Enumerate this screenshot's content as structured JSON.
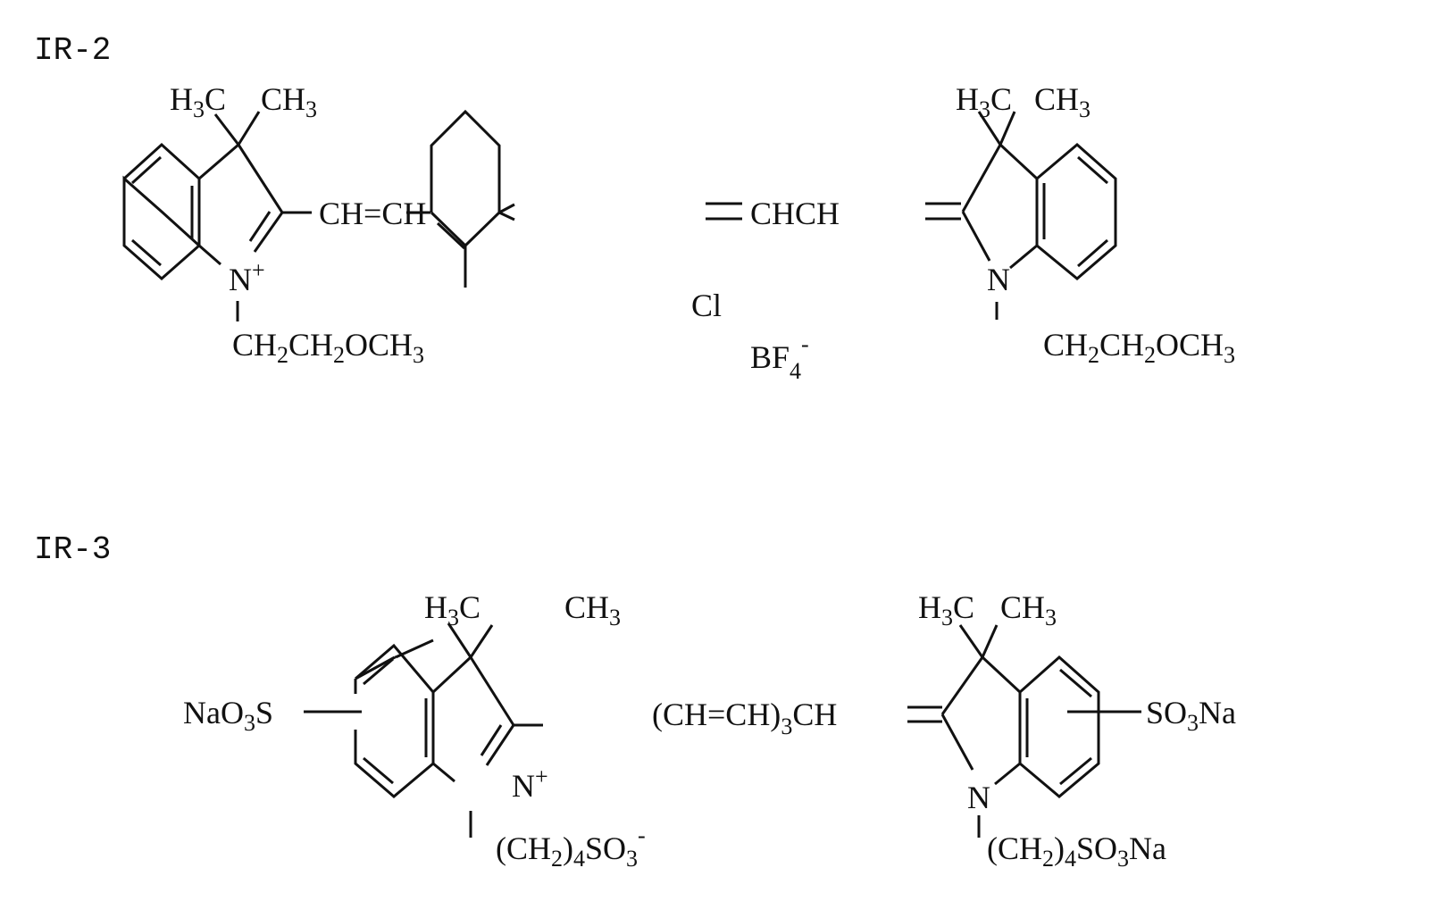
{
  "compounds": [
    {
      "id_label": "IR-2",
      "left_indole": {
        "gem_methyl_left": [
          "H",
          "3",
          "C"
        ],
        "gem_methyl_right": [
          "CH",
          "3"
        ],
        "nitrogen": "N",
        "nitrogen_charge": "+",
        "n_substituent": [
          "CH",
          "2",
          "CH",
          "2",
          "OCH",
          "3"
        ]
      },
      "bridge_left": "CH=CH",
      "ring_substituent": "Cl",
      "bridge_right": "CHCH",
      "right_indole": {
        "gem_methyl_left": [
          "H",
          "3",
          "C"
        ],
        "gem_methyl_right": [
          "CH",
          "3"
        ],
        "nitrogen": "N",
        "n_substituent": [
          "CH",
          "2",
          "CH",
          "2",
          "OCH",
          "3"
        ]
      },
      "counterion": [
        "BF",
        "4",
        "-"
      ]
    },
    {
      "id_label": "IR-3",
      "left_indole": {
        "gem_methyl_left": [
          "H",
          "3",
          "C"
        ],
        "gem_methyl_right": [
          "CH",
          "3"
        ],
        "nitrogen": "N",
        "nitrogen_charge": "+",
        "ring_substituent": [
          "NaO",
          "3",
          "S"
        ],
        "n_substituent": [
          "(CH",
          "2",
          ")",
          "4",
          "SO",
          "3",
          "-"
        ]
      },
      "bridge": [
        "(CH=CH)",
        "3",
        "CH"
      ],
      "right_indole": {
        "gem_methyl_left": [
          "H",
          "3",
          "C"
        ],
        "gem_methyl_right": [
          "CH",
          "3"
        ],
        "nitrogen": "N",
        "ring_substituent": [
          "SO",
          "3",
          "Na"
        ],
        "n_substituent": [
          "(CH",
          "2",
          ")",
          "4",
          "SO",
          "3",
          "Na"
        ]
      }
    }
  ]
}
